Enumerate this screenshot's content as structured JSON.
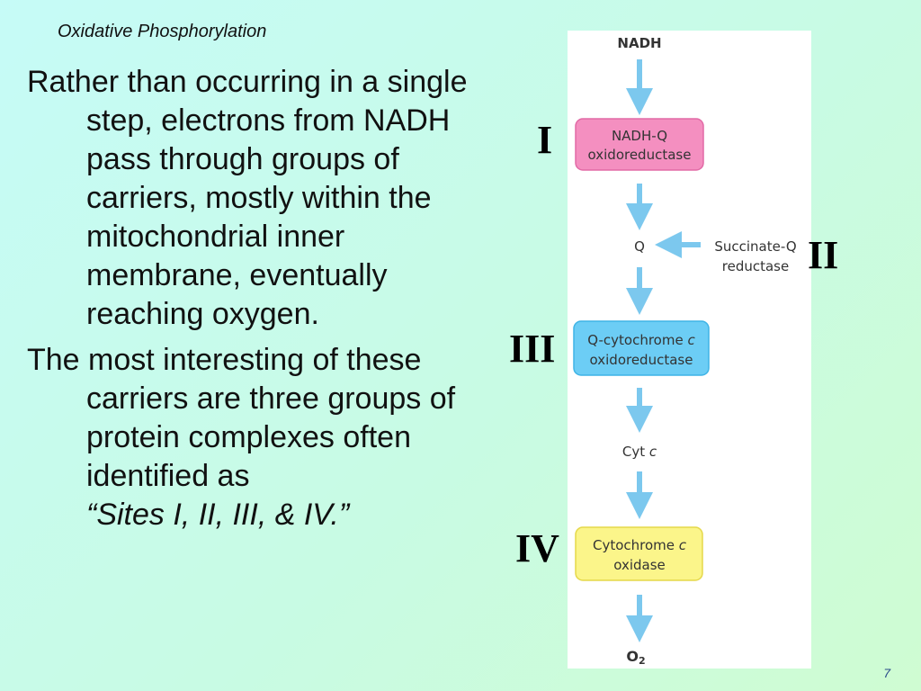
{
  "slide": {
    "title": "Oxidative Phosphorylation",
    "page_number": "7"
  },
  "body": {
    "paragraph_1": "Rather than occurring in a single step, electrons from NADH pass through groups of carriers, mostly within the mitochondrial inner membrane, eventually reaching oxygen.",
    "paragraph_2_text": "The most interesting of these carriers are three groups of protein complexes often identified as",
    "paragraph_2_emphasis": "“Sites I, II, III, & IV.”"
  },
  "diagram": {
    "nadh": "NADH",
    "complex_1": {
      "line1": "NADH-Q",
      "line2": "oxidoreductase",
      "color": "#f48fc0",
      "border": "#e26aa6"
    },
    "q": "Q",
    "succinate": {
      "line1": "Succinate-Q",
      "line2": "reductase"
    },
    "complex_3": {
      "line1": "Q-cytochrome ",
      "line1_italic": "c",
      "line2": "oxidoreductase",
      "color": "#6ccdf5",
      "border": "#3eb4e6"
    },
    "cyt_c": {
      "text": "Cyt ",
      "italic": "c"
    },
    "complex_4": {
      "line1": "Cytochrome ",
      "line1_italic": "c",
      "line2": "oxidase",
      "color": "#fbf58a",
      "border": "#e5d84a"
    },
    "o2": {
      "text": "O",
      "subscript": "2"
    },
    "arrow_color": "#7cc8ee"
  },
  "site_labels": {
    "site_1": "I",
    "site_2": "II",
    "site_3": "III",
    "site_4": "IV"
  }
}
